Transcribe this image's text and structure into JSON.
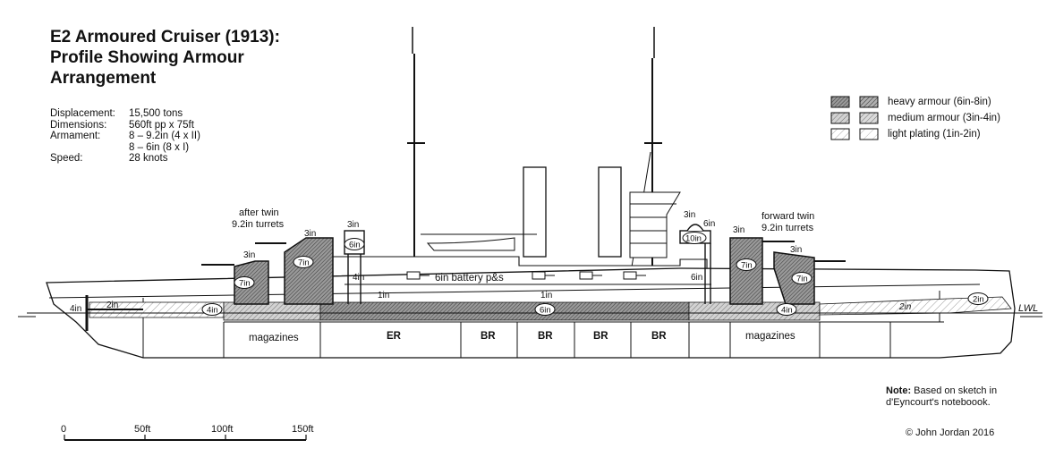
{
  "title": {
    "line1": "E2 Armoured Cruiser (1913):",
    "line2": "Profile Showing Armour",
    "line3": "Arrangement"
  },
  "specs": [
    {
      "label": "Displacement:",
      "value": "15,500 tons"
    },
    {
      "label": "Dimensions:",
      "value": "560ft pp x 75ft"
    },
    {
      "label": "Armament:",
      "value": "8 – 9.2in (4 x II)"
    },
    {
      "label": "",
      "value": "8 – 6in (8 x I)"
    },
    {
      "label": "Speed:",
      "value": "28 knots"
    }
  ],
  "legend": [
    {
      "label": "heavy armour (6in-8in)",
      "pattern": "heavy"
    },
    {
      "label": "medium armour (3in-4in)",
      "pattern": "medium"
    },
    {
      "label": "light plating (1in-2in)",
      "pattern": "light"
    }
  ],
  "turret_labels": {
    "after": [
      "after twin",
      "9.2in turrets"
    ],
    "forward": [
      "forward twin",
      "9.2in turrets"
    ]
  },
  "compartments": {
    "magazines_aft": "magazines",
    "er": "ER",
    "br1": "BR",
    "br2": "BR",
    "br3": "BR",
    "br4": "BR",
    "magazines_fwd": "magazines"
  },
  "battery_label": "6in battery p&s",
  "waterline_label": "LWL",
  "thickness_labels": {
    "after_end_4in": "4in",
    "after_deck_2in": "2in",
    "belt_aft_4in": "4in",
    "belt_mid_6in": "6in",
    "belt_fwd_4in": "4in",
    "bow_2in": "2in",
    "bow_2in_circled": "2in",
    "deck_1in_aft": "1in",
    "deck_1in_fwd": "1in",
    "battery_4in": "4in",
    "battery_6in": "6in",
    "turret_y_3in": "3in",
    "turret_y_7in": "7in",
    "turret_x_3in": "3in",
    "turret_x_7in": "7in",
    "after_ct_3in": "3in",
    "after_ct_6in": "6in",
    "fwd_ct_3in": "3in",
    "fwd_ct_6in": "6in",
    "fwd_ct_10in": "10in",
    "turret_b_3in": "3in",
    "turret_b_7in": "7in",
    "turret_a_3in": "3in",
    "turret_a_7in": "7in"
  },
  "note": {
    "bold": "Note:",
    "line1": "Based on sketch in",
    "line2": "d'Eyncourt's noteboook."
  },
  "copyright": "© John Jordan 2016",
  "scale": {
    "labels": [
      "0",
      "50ft",
      "100ft",
      "150ft"
    ],
    "values_ft": [
      0,
      50,
      100,
      150
    ]
  }
}
